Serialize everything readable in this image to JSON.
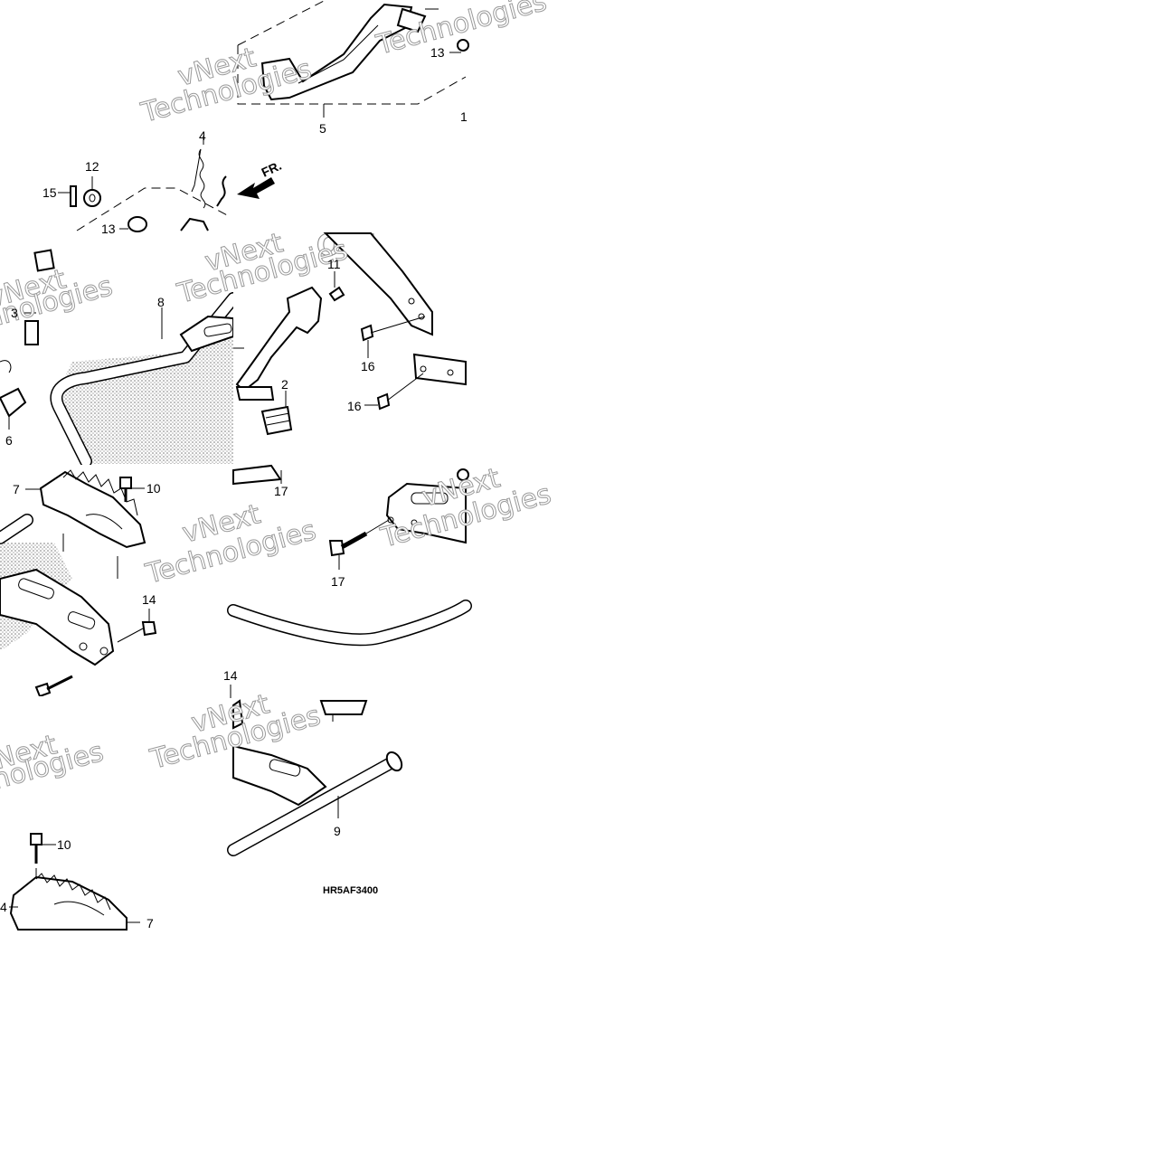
{
  "diagram_code": "HR5AF3400",
  "callouts": {
    "c1": "1",
    "c2": "2",
    "c3": "3",
    "c4": "4",
    "c5": "5",
    "c6": "6",
    "c7a": "7",
    "c7b": "7",
    "c8": "8",
    "c9": "9",
    "c10a": "10",
    "c10b": "10",
    "c11": "11",
    "c12": "12",
    "c13a": "13",
    "c13b": "13",
    "c14a": "14",
    "c14b": "14",
    "c14c": "4",
    "c15": "15",
    "c16a": "16",
    "c16b": "16",
    "c17a": "17",
    "c17b": "17"
  },
  "front_arrow_label": "FR.",
  "watermark_lines": [
    "vNext",
    "Technologies"
  ]
}
